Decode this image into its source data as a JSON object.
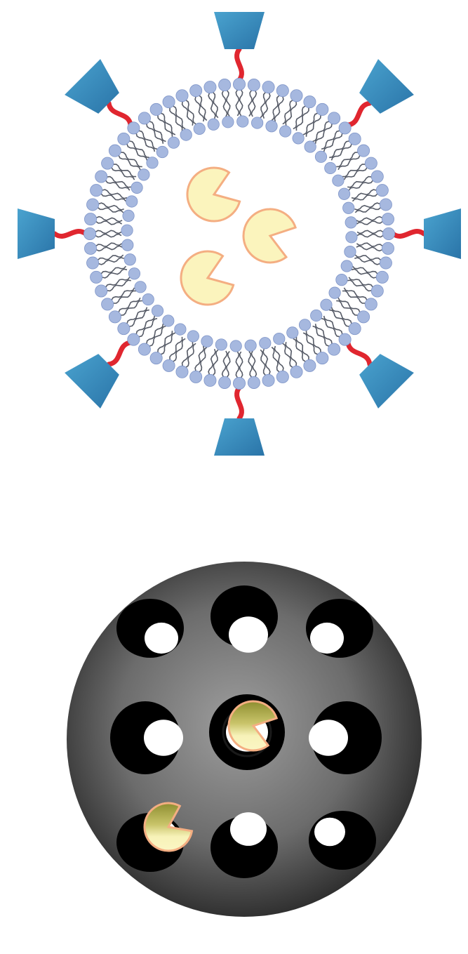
{
  "diagrams": {
    "liposome": {
      "ligand_count": 8,
      "payload_count": 3,
      "colors": {
        "head": "#a6b8df",
        "head_stroke": "#7f95c8",
        "tail": "#555a66",
        "linker": "#e0262f",
        "ligand_light": "#4aa3cf",
        "ligand_dark": "#2a74a8",
        "payload_fill": "#fbf4bd",
        "payload_stroke": "#f4ae82"
      }
    },
    "nanoparticle": {
      "pore_rows": 3,
      "pore_cols": 3,
      "loaded_payload_count": 2,
      "colors": {
        "sphere_light": "#9a9a9a",
        "sphere_dark": "#2f2f2f",
        "pore": "#000000",
        "payload_fill": "#f5f0b0",
        "payload_shadow": "#8c8c32",
        "payload_stroke": "#f4ae82"
      }
    }
  }
}
